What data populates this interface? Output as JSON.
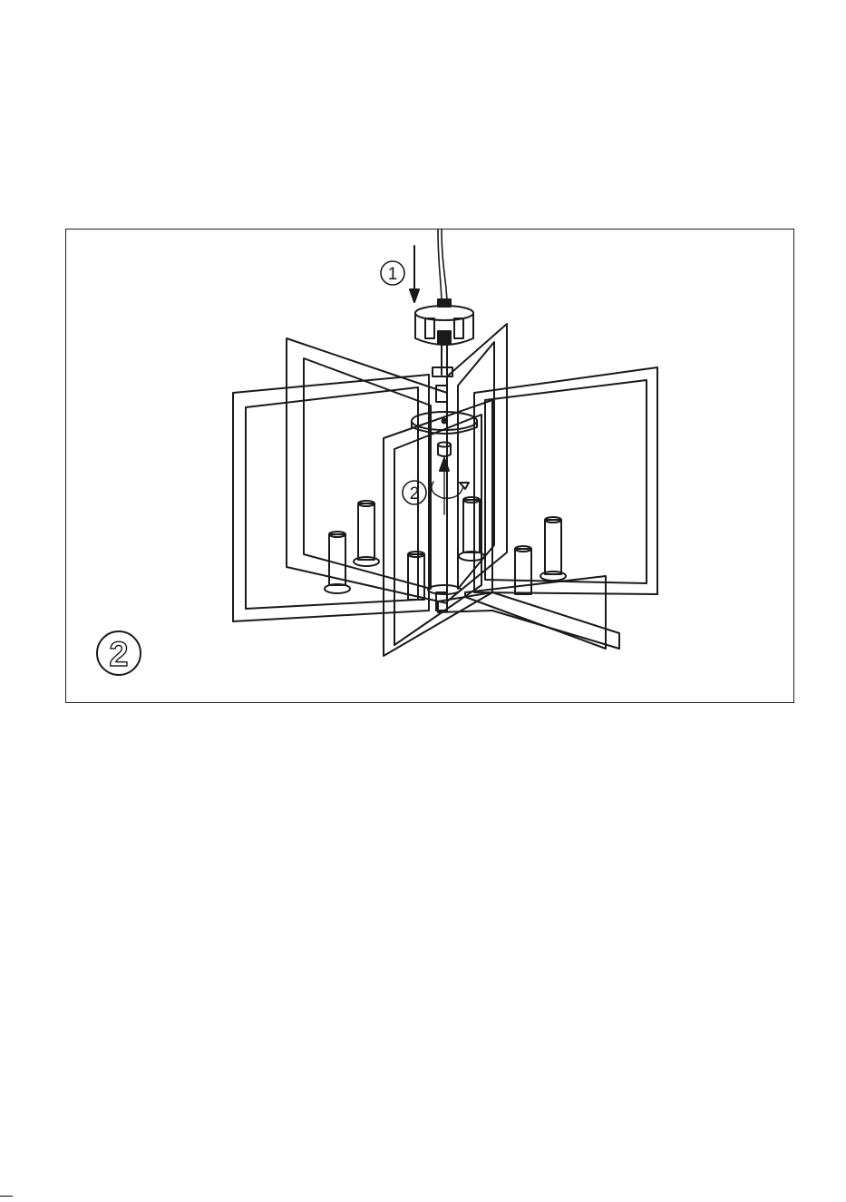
{
  "figure": {
    "step_number": "2",
    "callouts": {
      "first": "1",
      "second": "2"
    },
    "colors": {
      "stroke": "#1a1a1a",
      "background": "#ffffff"
    }
  }
}
